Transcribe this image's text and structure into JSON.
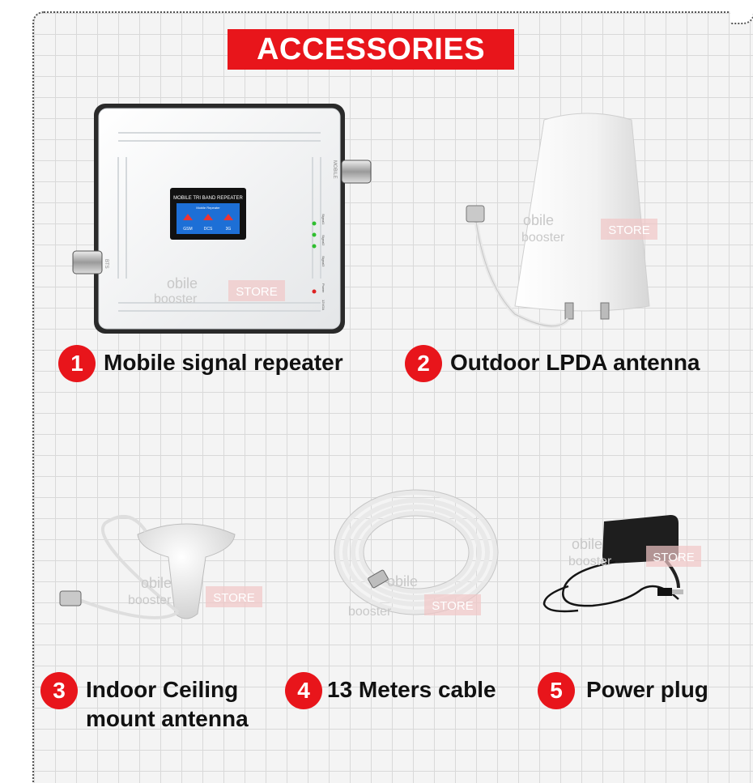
{
  "banner": {
    "title": "ACCESSORIES"
  },
  "repeater": {
    "screen_title": "MOBILE TRI BAND REPEATER",
    "screen_sub": "Mobile Repeater",
    "bands": [
      "GSM",
      "DCS",
      "3G"
    ],
    "side_label": "MOBILE",
    "port_label": "BTS",
    "leds": [
      "Signal1",
      "Signal2",
      "Signal3"
    ],
    "power_label": "Power",
    "power_spec": "12V/2A"
  },
  "watermark": {
    "line1": "obile",
    "line2": "booster",
    "store": "STORE"
  },
  "items": [
    {
      "number": "1",
      "label_lines": [
        "Mobile signal repeater"
      ]
    },
    {
      "number": "2",
      "label_lines": [
        "Outdoor LPDA antenna"
      ]
    },
    {
      "number": "3",
      "label_lines": [
        "Indoor Ceiling",
        "mount antenna"
      ]
    },
    {
      "number": "4",
      "label_lines": [
        "13 Meters cable"
      ]
    },
    {
      "number": "5",
      "label_lines": [
        "Power plug"
      ]
    }
  ],
  "colors": {
    "accent": "#e8151b",
    "grid": "#d9d9d9",
    "text": "#111111"
  }
}
